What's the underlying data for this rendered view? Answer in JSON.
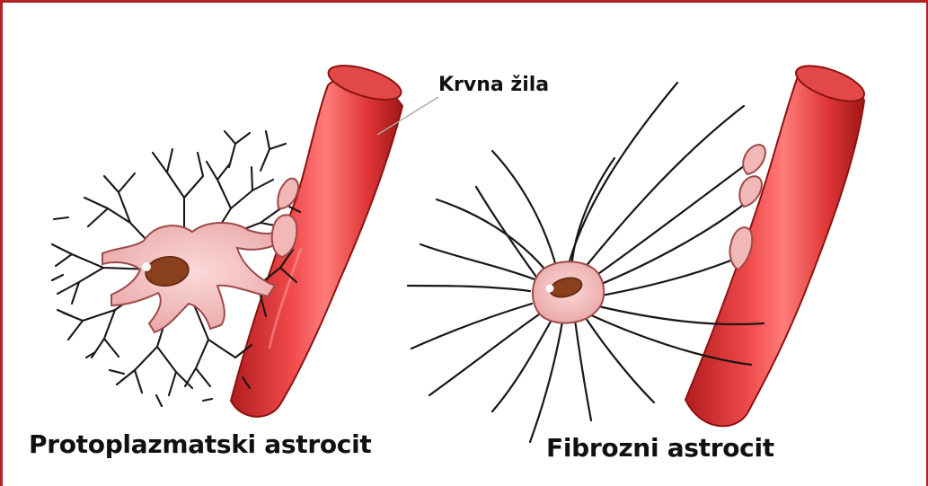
{
  "labels": {
    "blood_vessel": "Krvna žila",
    "left_cell": "Protoplazmatski astrocit",
    "right_cell": "Fibrozni astrocit"
  },
  "colors": {
    "frame": "#b22222",
    "vessel_fill": "#e23a3a",
    "vessel_edge": "#8d1212",
    "vessel_highlight": "#f59b9b",
    "cell_body": "#f2b7b7",
    "cell_edge": "#9e4a4a",
    "nucleus": "#8a3f1d",
    "process_line": "#1d1616"
  }
}
